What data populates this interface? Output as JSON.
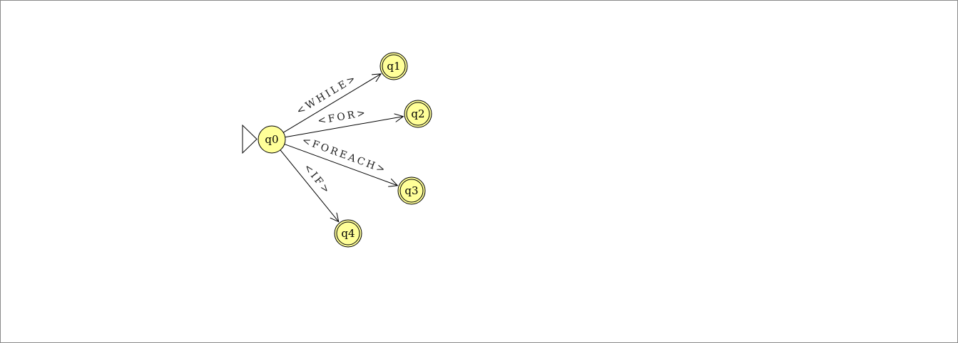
{
  "automaton": {
    "states": [
      {
        "id": "q0",
        "label": "q0",
        "initial": true,
        "accepting": false
      },
      {
        "id": "q1",
        "label": "q1",
        "initial": false,
        "accepting": true
      },
      {
        "id": "q2",
        "label": "q2",
        "initial": false,
        "accepting": true
      },
      {
        "id": "q3",
        "label": "q3",
        "initial": false,
        "accepting": true
      },
      {
        "id": "q4",
        "label": "q4",
        "initial": false,
        "accepting": true
      }
    ],
    "transitions": [
      {
        "from": "q0",
        "to": "q1",
        "label": "<WHILE>"
      },
      {
        "from": "q0",
        "to": "q2",
        "label": "<FOR>"
      },
      {
        "from": "q0",
        "to": "q3",
        "label": "<FOREACH>"
      },
      {
        "from": "q0",
        "to": "q4",
        "label": "<IF>"
      }
    ]
  },
  "colors": {
    "state_fill": "#ffff99",
    "state_stroke": "#000000",
    "edge": "#000000",
    "canvas_border": "#8a8a8a"
  }
}
